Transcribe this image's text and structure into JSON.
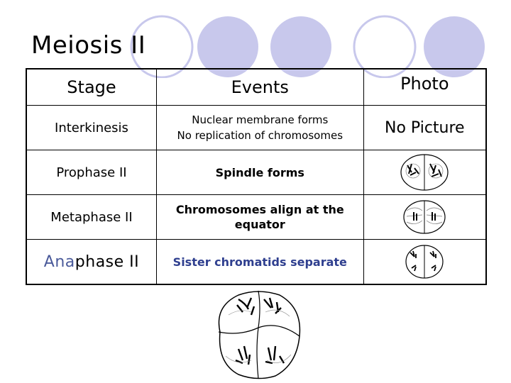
{
  "slide": {
    "title": "Meiosis II",
    "decor_color": "#c8c8ec"
  },
  "table": {
    "headers": {
      "stage": "Stage",
      "events": "Events",
      "photo": "Photo"
    },
    "rows": [
      {
        "stage": "Interkinesis",
        "events_line1": "Nuclear membrane forms",
        "events_line2": "No replication of chromosomes",
        "photo": "No Picture"
      },
      {
        "stage": "Prophase II",
        "events": "Spindle forms",
        "photo_icon": "prophase-cell-icon"
      },
      {
        "stage": "Metaphase II",
        "events_line1": "Chromosomes align at the",
        "events_line2": "equator",
        "photo_icon": "metaphase-cell-icon"
      },
      {
        "stage_prefix": "Ana",
        "stage_suffix": "phase II",
        "events": "Sister chromatids separate",
        "photo_icon": "anaphase-cell-icon"
      }
    ]
  },
  "figure": {
    "icon": "dividing-cells-icon"
  }
}
